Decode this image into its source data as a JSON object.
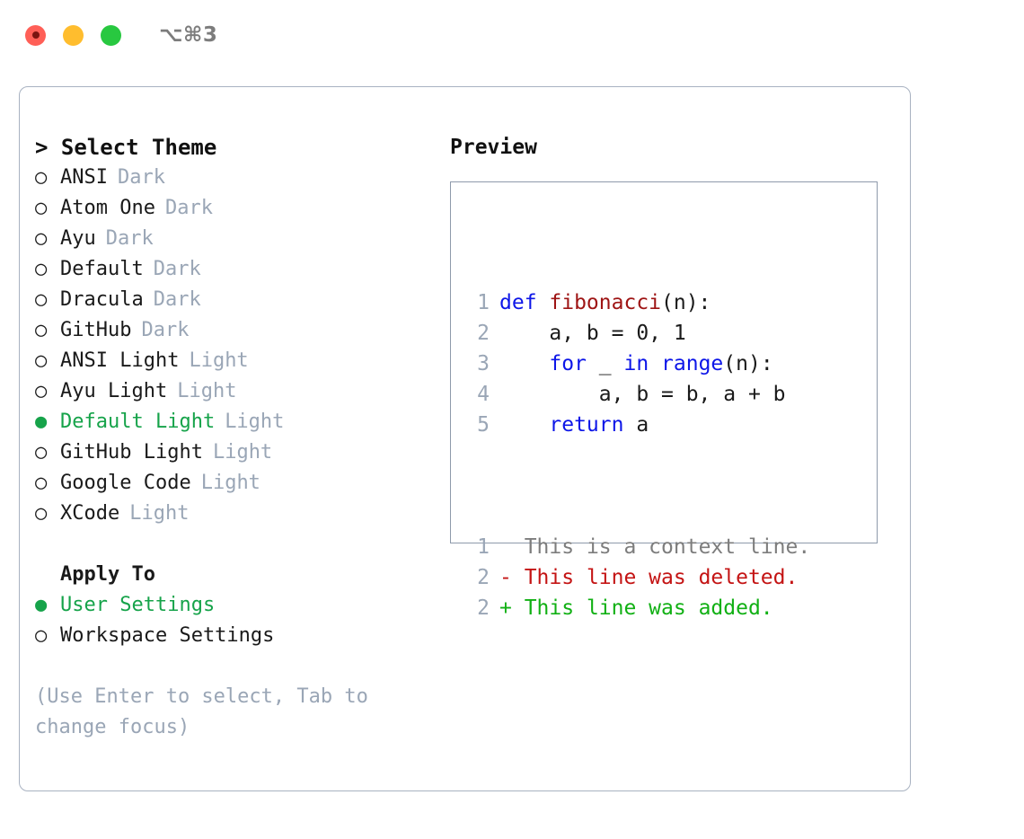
{
  "titlebar": {
    "shortcut": "⌥⌘3",
    "buttons": [
      {
        "name": "close",
        "color": "#ff5f57"
      },
      {
        "name": "minimize",
        "color": "#ffbd2e"
      },
      {
        "name": "maximize",
        "color": "#28c840"
      }
    ]
  },
  "theme_picker": {
    "header": "> Select Theme",
    "bullet_unselected": "○",
    "bullet_selected": "●",
    "items": [
      {
        "label": "ANSI",
        "tag": "Dark",
        "selected": false
      },
      {
        "label": "Atom One",
        "tag": "Dark",
        "selected": false
      },
      {
        "label": "Ayu",
        "tag": "Dark",
        "selected": false
      },
      {
        "label": "Default",
        "tag": "Dark",
        "selected": false
      },
      {
        "label": "Dracula",
        "tag": "Dark",
        "selected": false
      },
      {
        "label": "GitHub",
        "tag": "Dark",
        "selected": false
      },
      {
        "label": "ANSI Light",
        "tag": "Light",
        "selected": false
      },
      {
        "label": "Ayu Light",
        "tag": "Light",
        "selected": false
      },
      {
        "label": "Default Light",
        "tag": "Light",
        "selected": true
      },
      {
        "label": "GitHub Light",
        "tag": "Light",
        "selected": false
      },
      {
        "label": "Google Code",
        "tag": "Light",
        "selected": false
      },
      {
        "label": "XCode",
        "tag": "Light",
        "selected": false
      }
    ]
  },
  "apply_to": {
    "header": "Apply To",
    "items": [
      {
        "label": "User Settings",
        "selected": true
      },
      {
        "label": "Workspace Settings",
        "selected": false
      }
    ]
  },
  "hint": "(Use Enter to select, Tab to change focus)",
  "preview": {
    "title": "Preview",
    "code_lines": [
      {
        "num": "1",
        "tokens": [
          {
            "text": "def ",
            "kind": "kw"
          },
          {
            "text": "fibonacci",
            "kind": "fn"
          },
          {
            "text": "(n):",
            "kind": "plain"
          }
        ]
      },
      {
        "num": "2",
        "tokens": [
          {
            "text": "    a, b = 0, 1",
            "kind": "plain"
          }
        ]
      },
      {
        "num": "3",
        "tokens": [
          {
            "text": "    ",
            "kind": "plain"
          },
          {
            "text": "for",
            "kind": "kw"
          },
          {
            "text": " _ ",
            "kind": "plain"
          },
          {
            "text": "in",
            "kind": "kw"
          },
          {
            "text": " ",
            "kind": "plain"
          },
          {
            "text": "range",
            "kind": "builtin"
          },
          {
            "text": "(n):",
            "kind": "plain"
          }
        ]
      },
      {
        "num": "4",
        "tokens": [
          {
            "text": "        a, b = b, a + b",
            "kind": "plain"
          }
        ]
      },
      {
        "num": "5",
        "tokens": [
          {
            "text": "    ",
            "kind": "plain"
          },
          {
            "text": "return",
            "kind": "kw"
          },
          {
            "text": " a",
            "kind": "plain"
          }
        ]
      }
    ],
    "diff_lines": [
      {
        "num": "1",
        "marker": " ",
        "text": " This is a context line.",
        "kind": "ctx"
      },
      {
        "num": "2",
        "marker": "-",
        "text": " This line was deleted.",
        "kind": "del"
      },
      {
        "num": "2",
        "marker": "+",
        "text": " This line was added.",
        "kind": "add"
      }
    ]
  },
  "colors": {
    "accent_green": "#16a34a",
    "muted": "#9aa6b6",
    "keyword_blue": "#0d16e8",
    "function_red": "#9e1414",
    "diff_delete": "#c41414",
    "diff_add": "#11b014",
    "panel_border": "#a8b2c1",
    "preview_border": "#8e9aab"
  }
}
